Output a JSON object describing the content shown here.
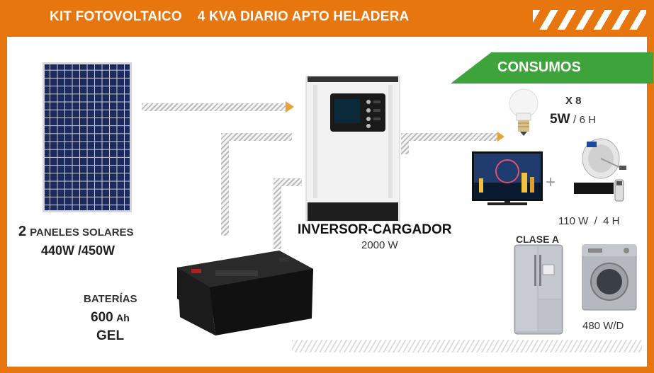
{
  "header": {
    "title": "KIT FOTOVOLTAICO    4 KVA DIARIO APTO HELADERA"
  },
  "consumos": {
    "label": "CONSUMOS"
  },
  "panels": {
    "count": "2",
    "label": "PANELES SOLARES",
    "watts": "440W /450W"
  },
  "inverter": {
    "label": "INVERSOR-CARGADOR",
    "power": "2000 W"
  },
  "battery": {
    "label": "BATERÍAS",
    "capacity": "600",
    "unit": "Ah",
    "type": "GEL"
  },
  "loads": {
    "bulb": {
      "qty": "X 8",
      "power": "5W",
      "sep": " /",
      "hours": " 6 H"
    },
    "tv": {
      "plus": "+",
      "rating": "110 W  /  4 H"
    },
    "appliances": {
      "class_label": "CLASE A",
      "rating": "480 W/D"
    }
  },
  "icons": [
    "solar-panel-icon",
    "inverter-icon",
    "battery-icon",
    "lightbulb-icon",
    "tv-icon",
    "satellite-dish-icon",
    "refrigerator-icon",
    "washing-machine-icon"
  ]
}
